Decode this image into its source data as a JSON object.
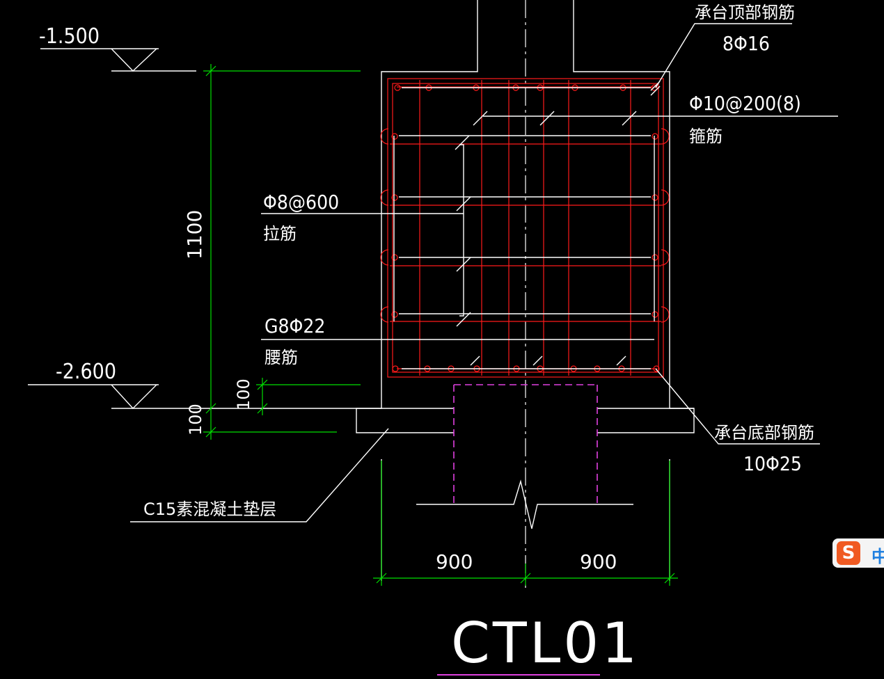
{
  "drawing": {
    "title": "CTL01",
    "elevation_top": "-1.500",
    "elevation_bottom": "-2.600",
    "dim_height": "1100",
    "dim_100_side": "100",
    "dim_100_inner": "100",
    "dim_left_width": "900",
    "dim_right_width": "900",
    "labels": {
      "top_rebar_name": "承台顶部钢筋",
      "top_rebar_spec": "8Φ16",
      "stirrup_spec": "Φ10@200(8)",
      "stirrup_name": "箍筋",
      "tie_spec": "Φ8@600",
      "tie_name": "拉筋",
      "waist_spec": "G8Φ22",
      "waist_name": "腰筋",
      "bottom_rebar_name": "承台底部钢筋",
      "bottom_rebar_spec": "10Φ25",
      "cushion_name": "C15素混凝土垫层"
    },
    "colors": {
      "background": "#000000",
      "outline": "#ffffff",
      "rebar": "#ff1a1a",
      "dimension": "#00e000",
      "pile": "#e040e0"
    }
  },
  "ime": {
    "logo": "S",
    "mode": "中"
  }
}
